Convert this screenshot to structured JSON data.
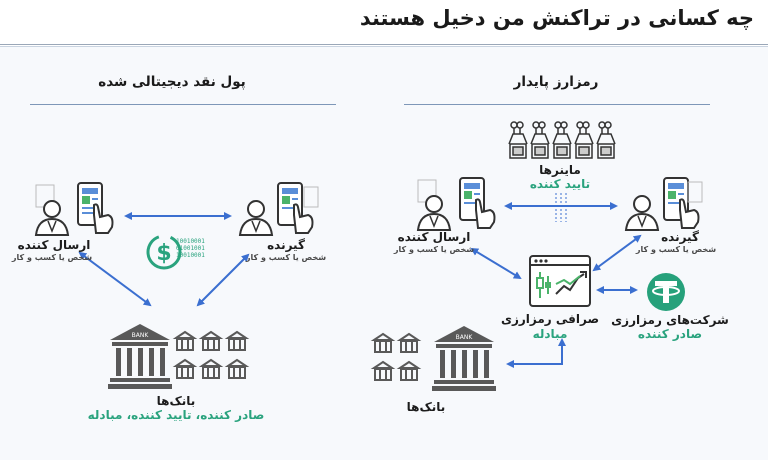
{
  "title": "چه کسانی در تراکنش من دخیل هستند",
  "left_panel": {
    "heading": "پول نقد دیجیتالی شده",
    "sender": {
      "label": "ارسال کننده",
      "sub": "شخص یا کسب و کار"
    },
    "receiver": {
      "label": "گیرنده",
      "sub": "شخص یا کسب و کار"
    },
    "dollar_binary": "10010001\n01001001\n10010001",
    "banks": {
      "label": "بانک‌ها",
      "roles": "صادر کننده، تایید کننده، مبادله",
      "building_text": "BANK"
    }
  },
  "right_panel": {
    "heading": "رمزارز پایدار",
    "miners": {
      "label": "ماینرها",
      "role": "تایید کننده"
    },
    "sender": {
      "label": "ارسال کننده",
      "sub": "شخص یا کسب و کار"
    },
    "receiver": {
      "label": "گیرنده",
      "sub": "شخص یا کسب و کار"
    },
    "exchange": {
      "label": "صرافی رمزارزی",
      "role": "مبادله"
    },
    "issuers": {
      "label": "شرکت‌های رمزارزی",
      "role": "صادر کننده"
    },
    "banks": {
      "label": "بانک‌ها",
      "building_text": "BANK"
    }
  },
  "colors": {
    "arrow": "#3b6fd0",
    "accent_green": "#2aa37e",
    "tether": "#26a17b",
    "building": "#595959"
  }
}
